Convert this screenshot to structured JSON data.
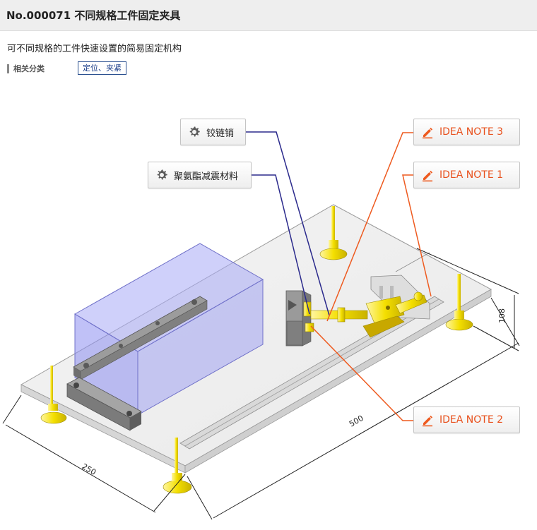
{
  "header": {
    "title": "No.000071 不同规格工件固定夹具"
  },
  "description": "可不同规格的工件快速设置的简易固定机构",
  "related": {
    "label": "相关分类",
    "tag": "定位、夹紧"
  },
  "callouts": {
    "hinge_pin": {
      "label": "铰链销",
      "icon": "gear-icon"
    },
    "damping": {
      "label": "聚氨酯减震材料",
      "icon": "gear-icon"
    },
    "note3": {
      "label": "IDEA NOTE 3",
      "icon": "pencil-icon"
    },
    "note1": {
      "label": "IDEA NOTE 1",
      "icon": "pencil-icon"
    },
    "note2": {
      "label": "IDEA NOTE 2",
      "icon": "pencil-icon"
    }
  },
  "dimensions": {
    "width": "250",
    "length": "500",
    "height": "108"
  },
  "colors": {
    "leader_blue": "#2b2a8c",
    "leader_orange": "#ee5a1f",
    "workpiece": "#8d8ef0",
    "yellow": "#f5e200"
  }
}
